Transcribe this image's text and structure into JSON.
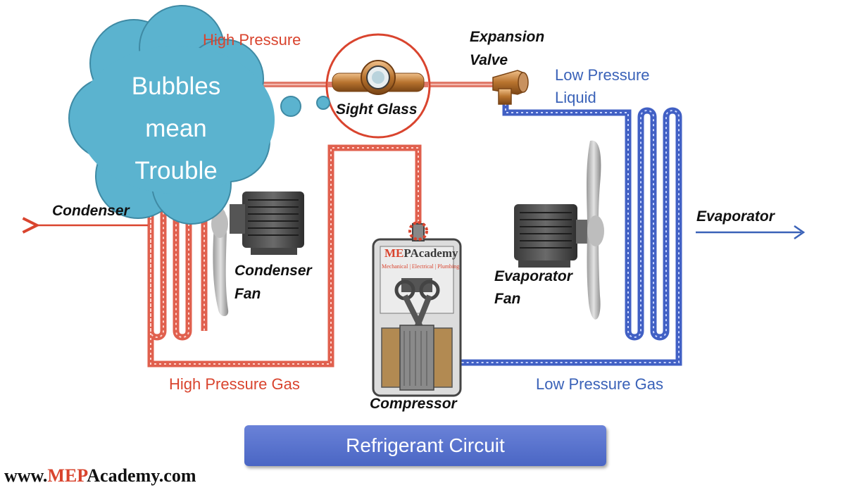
{
  "labels": {
    "high_pressure": "High Pressure",
    "expansion_valve_line1": "Expansion",
    "expansion_valve_line2": "Valve",
    "low_pressure_liquid_line1": "Low Pressure",
    "low_pressure_liquid_line2": "Liquid",
    "sight_glass": "Sight Glass",
    "condenser": "Condenser",
    "evaporator": "Evaporator",
    "condenser_fan_line1": "Condenser",
    "condenser_fan_line2": "Fan",
    "evaporator_fan_line1": "Evaporator",
    "evaporator_fan_line2": "Fan",
    "high_pressure_gas": "High Pressure Gas",
    "low_pressure_gas": "Low Pressure Gas",
    "compressor": "Compressor"
  },
  "cloud": {
    "line1": "Bubbles",
    "line2": "mean",
    "line3": "Trouble"
  },
  "title_box": "Refrigerant Circuit",
  "watermark": {
    "brand_m": "ME",
    "brand_rest": "PAcademy",
    "tagline": "Mechanical | Electrical | Plumbing"
  },
  "footer": {
    "prefix": "www.",
    "highlight": "MEP",
    "suffix": "Academy.com"
  },
  "colors": {
    "hot": "#d9442e",
    "cold": "#3a62b8",
    "cloud": "#5bb3cf",
    "title_box": "#5672cc"
  }
}
